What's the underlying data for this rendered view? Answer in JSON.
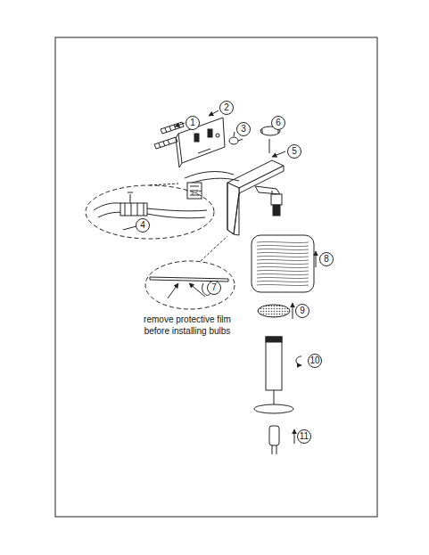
{
  "diagram": {
    "labels": [
      "1",
      "2",
      "3",
      "4",
      "5",
      "6",
      "7",
      "8",
      "9",
      "10",
      "11",
      "remove protective film before installing bulbs"
    ]
  }
}
